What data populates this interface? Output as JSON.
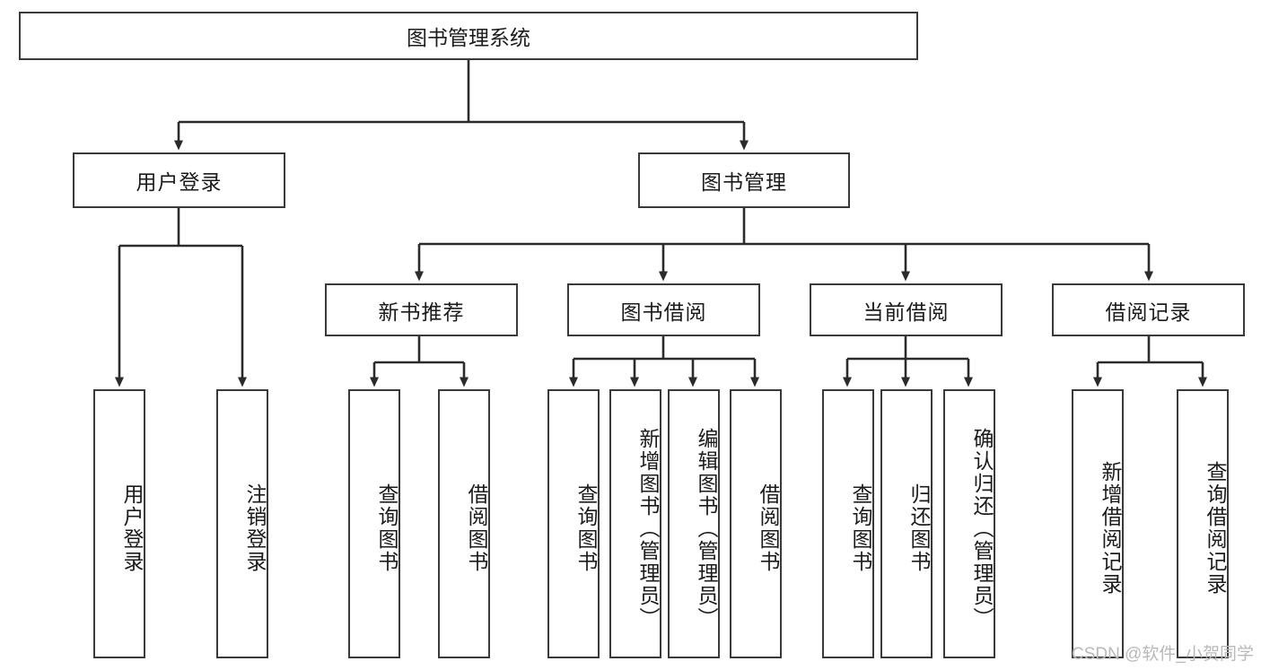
{
  "diagram": {
    "type": "tree",
    "title": "图书管理系统",
    "root": {
      "label": "图书管理系统"
    },
    "level2": [
      {
        "label": "用户登录"
      },
      {
        "label": "图书管理"
      }
    ],
    "level3": [
      {
        "label": "新书推荐"
      },
      {
        "label": "图书借阅"
      },
      {
        "label": "当前借阅"
      },
      {
        "label": "借阅记录"
      }
    ],
    "leaves": {
      "user_login": [
        {
          "label": "用户登录"
        },
        {
          "label": "注销登录"
        }
      ],
      "new_book_recommend": [
        {
          "label": "查询图书"
        },
        {
          "label": "借阅图书"
        }
      ],
      "book_borrow": [
        {
          "label": "查询图书"
        },
        {
          "label": "新增图书（管理员）"
        },
        {
          "label": "编辑图书（管理员）"
        },
        {
          "label": "借阅图书"
        }
      ],
      "current_borrow": [
        {
          "label": "查询图书"
        },
        {
          "label": "归还图书"
        },
        {
          "label": "确认归还（管理员）"
        }
      ],
      "borrow_record": [
        {
          "label": "新增借阅记录"
        },
        {
          "label": "查询借阅记录"
        }
      ]
    }
  },
  "watermark": {
    "text": "CSDN @软件_小贺同学"
  },
  "colors": {
    "border": "#3a3a3a",
    "text": "#1b1b1b",
    "background": "#ffffff",
    "edge": "#2b2b2b",
    "watermark": "#b9b9b9"
  }
}
